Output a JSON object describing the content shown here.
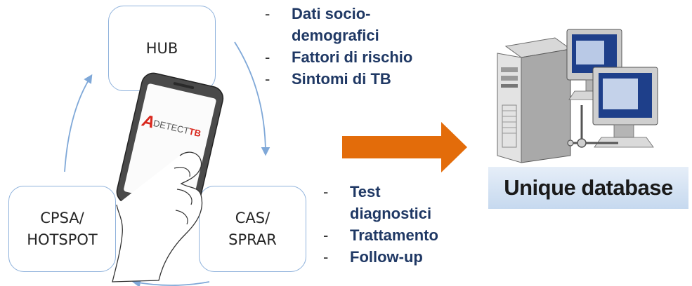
{
  "nodes": {
    "hub": "HUB",
    "cpsa_line1": "CPSA/",
    "cpsa_line2": "HOTSPOT",
    "cas_line1": "CAS/",
    "cas_line2": "SPRAR"
  },
  "top_list": [
    "Dati socio-",
    "demografici",
    "Fattori di rischio",
    "Sintomi di TB"
  ],
  "bottom_list": [
    "Test",
    "diagnostici",
    "Trattamento",
    "Follow-up"
  ],
  "phone_logo": {
    "prefix": "DETECT",
    "suffix": "TB"
  },
  "database_label": "Unique database",
  "colors": {
    "node_border": "#8fb2dc",
    "cycle_arrow": "#7fa8d8",
    "list_text": "#1f3864",
    "big_arrow": "#e36c0a",
    "logo_red": "#d9281e"
  },
  "icons": [
    "phone-in-hand-icon",
    "server-computers-icon",
    "arrow-right-icon"
  ]
}
